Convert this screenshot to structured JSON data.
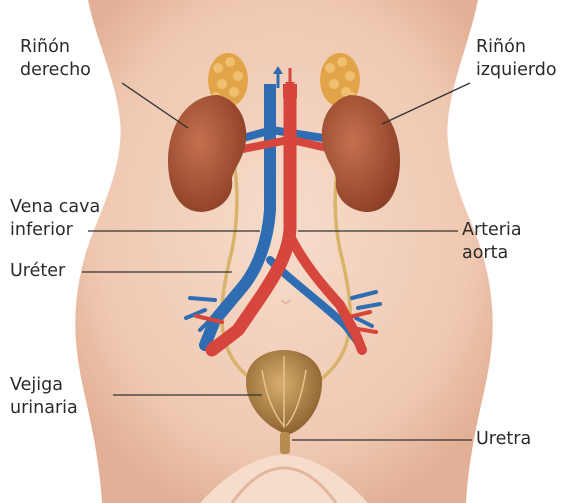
{
  "labels": {
    "kidney_right": [
      "Riñón",
      "derecho"
    ],
    "kidney_left": [
      "Riñón",
      "izquierdo"
    ],
    "vena_cava": [
      "Vena cava",
      "inferior"
    ],
    "aorta": [
      "Arteria",
      "aorta"
    ],
    "ureter": [
      "Uréter"
    ],
    "bladder": [
      "Vejiga",
      "urinaria"
    ],
    "urethra": [
      "Uretra"
    ]
  },
  "colors": {
    "skin": "#f2d3bf",
    "skin_shadow": "#e3b79f",
    "kidney": "#a8563a",
    "adrenal": "#e2a449",
    "artery": "#d6463c",
    "vein": "#2f6db3",
    "ureter": "#d8b46a",
    "bladder": "#b98b4c",
    "leader_line": "#333333",
    "label_text": "#2b2b2b"
  }
}
